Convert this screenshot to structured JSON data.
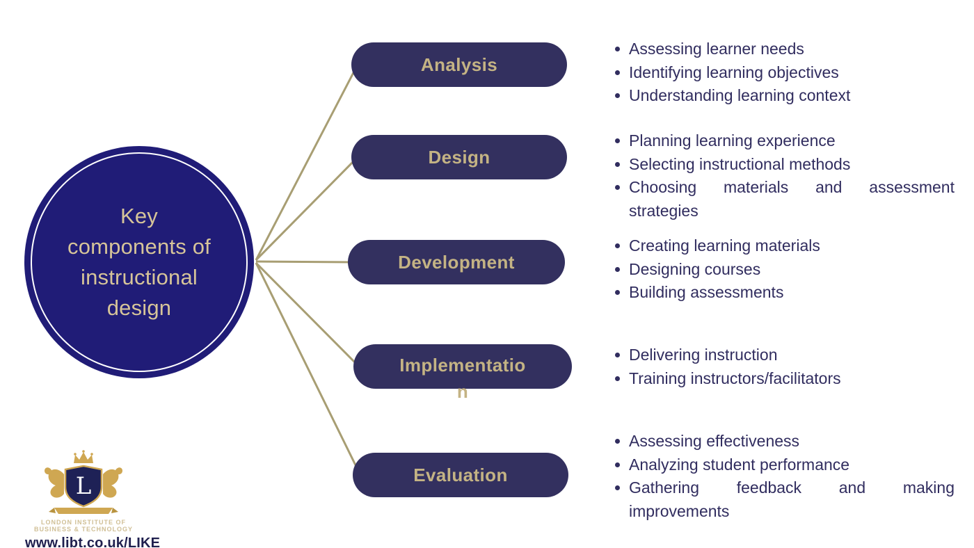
{
  "center": {
    "title": "Key components of instructional design",
    "title_lines": [
      "Key",
      "components of",
      "instructional",
      "design"
    ]
  },
  "branches": [
    {
      "label": "Analysis",
      "bullets": [
        "Assessing learner needs",
        "Identifying learning objectives",
        "Understanding learning context"
      ]
    },
    {
      "label": "Design",
      "bullets": [
        "Planning learning experience",
        "Selecting instructional methods",
        "Choosing materials and assessment strategies"
      ]
    },
    {
      "label": "Development",
      "bullets": [
        "Creating learning materials",
        "Designing courses",
        "Building assessments"
      ]
    },
    {
      "label": "Implementation",
      "label_lines": [
        "Implementatio",
        "n"
      ],
      "bullets": [
        "Delivering instruction",
        "Training instructors/facilitators"
      ]
    },
    {
      "label": "Evaluation",
      "bullets": [
        "Assessing effectiveness",
        "Analyzing student performance",
        "Gathering feedback and making improvements"
      ]
    }
  ],
  "footer": {
    "logo_monogram": "L",
    "logo_text_line1": "LONDON INSTITUTE OF",
    "logo_text_line2": "BUSINESS & TECHNOLOGY",
    "website": "www.libt.co.uk/LIKE"
  },
  "colors": {
    "circle_navy": "#201c77",
    "pill_navy": "#33305f",
    "connector_gold": "#a89e73",
    "label_gold": "#c4b384",
    "circle_text_gold": "#d6c499",
    "bullet_navy": "#312d5f"
  }
}
